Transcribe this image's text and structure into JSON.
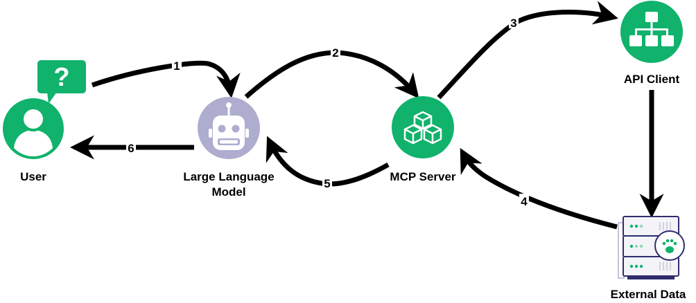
{
  "colors": {
    "green": "#10b26c",
    "robot_purple": "#aeadd0",
    "server_outline": "#2f2c6e",
    "server_fill": "#f1f1f7",
    "arrow": "#000000"
  },
  "nodes": {
    "user": {
      "label": "User",
      "icon": "user-question-icon"
    },
    "llm": {
      "label": "Large Language\nModel",
      "label_line1": "Large Language",
      "label_line2": "Model",
      "icon": "robot-icon"
    },
    "mcp": {
      "label": "MCP Server",
      "icon": "cubes-icon"
    },
    "api": {
      "label": "API Client",
      "icon": "hierarchy-icon"
    },
    "ext": {
      "label": "External Data",
      "icon": "server-rack-icon"
    }
  },
  "edges": [
    {
      "id": "1",
      "label": "1",
      "from": "user",
      "to": "llm"
    },
    {
      "id": "2",
      "label": "2",
      "from": "llm",
      "to": "mcp"
    },
    {
      "id": "3",
      "label": "3",
      "from": "mcp",
      "to": "api"
    },
    {
      "id": "api-ext",
      "label": "",
      "from": "api",
      "to": "ext"
    },
    {
      "id": "4",
      "label": "4",
      "from": "ext",
      "to": "mcp"
    },
    {
      "id": "5",
      "label": "5",
      "from": "mcp",
      "to": "llm"
    },
    {
      "id": "6",
      "label": "6",
      "from": "llm",
      "to": "user"
    }
  ],
  "question_mark": "?"
}
